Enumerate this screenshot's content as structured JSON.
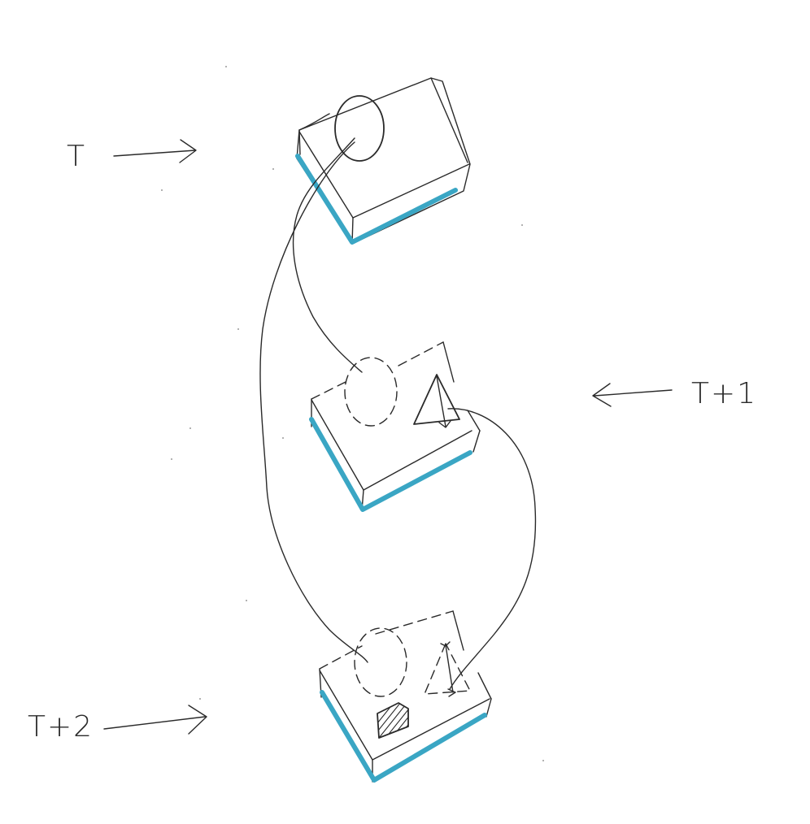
{
  "labels": {
    "top": "T",
    "middle": "T+1",
    "bottom": "T+2"
  },
  "colors": {
    "ink": "#2a2a2a",
    "accent": "#3aa6c4",
    "background": "#ffffff"
  },
  "icons": {
    "arrow_right": "arrow-right-icon",
    "arrow_left": "arrow-left-icon",
    "circle": "circle-icon",
    "triangle": "triangle-icon",
    "hatched_shape": "hatched-shape-icon"
  }
}
